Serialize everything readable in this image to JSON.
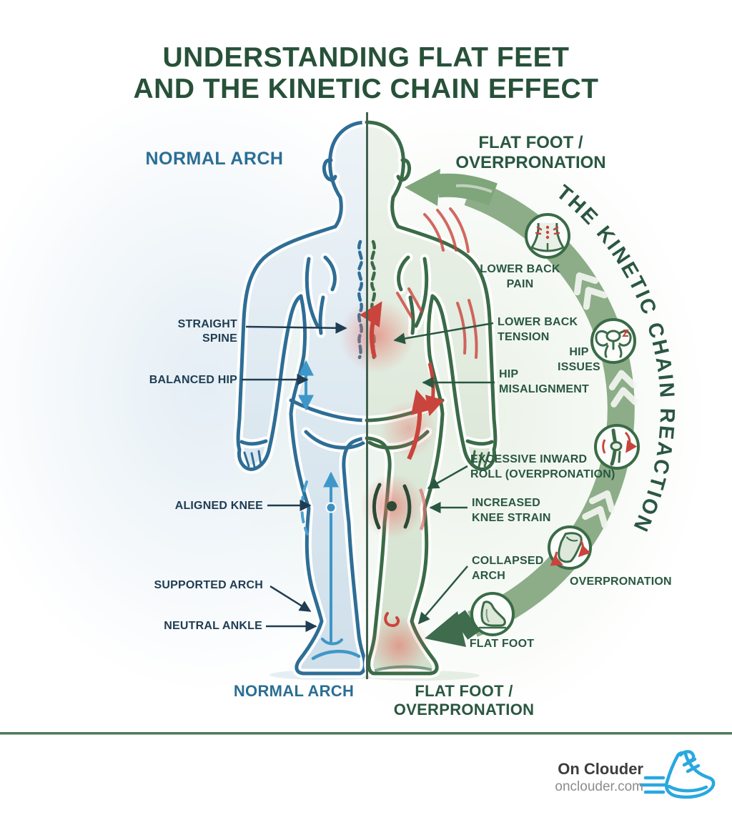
{
  "title": {
    "line1": "UNDERSTANDING FLAT FEET",
    "line2": "AND THE KINETIC CHAIN EFFECT"
  },
  "normal_side": {
    "heading": "NORMAL ARCH",
    "labels": [
      {
        "line1": "STRAIGHT",
        "line2": "SPINE"
      },
      {
        "line1": "BALANCED HIP"
      },
      {
        "line1": "ALIGNED KNEE"
      },
      {
        "line1": "SUPPORTED ARCH"
      },
      {
        "line1": "NEUTRAL ANKLE"
      }
    ],
    "bottom_label": "NORMAL ARCH"
  },
  "flat_side": {
    "heading": {
      "line1": "FLAT FOOT /",
      "line2": "OVERPRONATION"
    },
    "labels": [
      {
        "line1": "LOWER BACK",
        "line2": "TENSION"
      },
      {
        "line1": "HIP",
        "line2": "MISALIGNMENT"
      },
      {
        "line1": "EXCESSIVE INWARD",
        "line2": "ROLL (OVERPRONATION)"
      },
      {
        "line1": "INCREASED",
        "line2": "KNEE STRAIN"
      },
      {
        "line1": "COLLAPSED",
        "line2": "ARCH"
      }
    ],
    "bottom_label": "FLAT FOOT / OVERPRONATION"
  },
  "kinetic_chain": {
    "curved_text": "THE KINETIC CHAIN REACTION",
    "node_labels": [
      {
        "line1": "LOWER BACK",
        "line2": "PAIN"
      },
      {
        "line1": "HIP",
        "line2": "ISSUES"
      },
      {
        "line1": "OVERPRONATION"
      },
      {
        "line1": "FLAT FOOT"
      }
    ],
    "icons": [
      "lower-back-pain-icon",
      "hip-issues-icon",
      "knee-strain-icon",
      "overpronation-icon",
      "flat-foot-icon"
    ]
  },
  "footer": {
    "brand": "On Clouder",
    "website": "onclouder.com"
  },
  "colors": {
    "title_green": "#275139",
    "label_green": "#2A5741",
    "heading_blue": "#2B6E94",
    "label_navy": "#1F3C52",
    "arc_green": "#8CAD87",
    "dark_arrow_green": "#3E6C4D",
    "body_outline_blue": "#2E6E96",
    "body_outline_green": "#3A6B47",
    "pain_red": "#C9443C",
    "shoe_blue": "#29A8E0"
  }
}
